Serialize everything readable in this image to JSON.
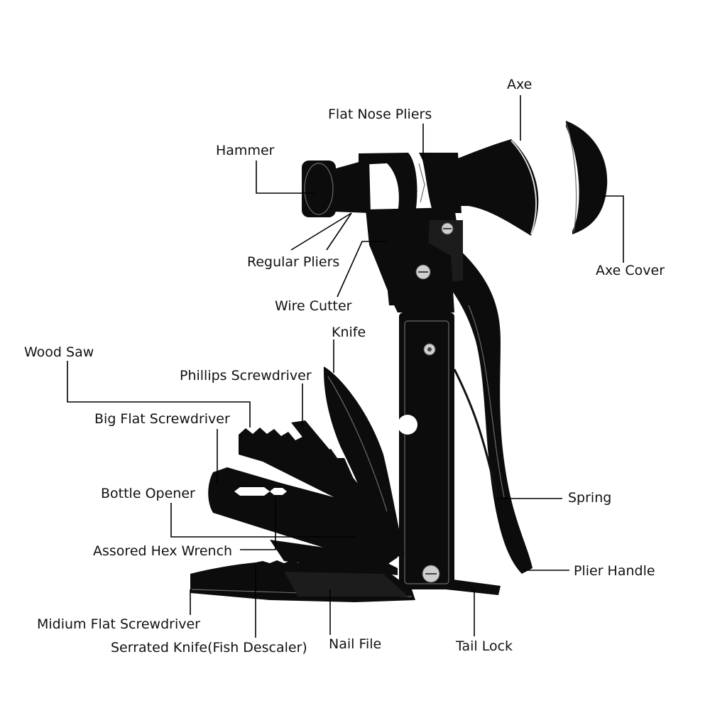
{
  "labels": {
    "axe": "Axe",
    "flat_nose_pliers": "Flat Nose Pliers",
    "hammer": "Hammer",
    "regular_pliers": "Regular Pliers",
    "wire_cutter": "Wire Cutter",
    "axe_cover": "Axe Cover",
    "knife": "Knife",
    "wood_saw": "Wood Saw",
    "phillips_screwdriver": "Phillips Screwdriver",
    "big_flat_screwdriver": "Big Flat Screwdriver",
    "bottle_opener": "Bottle Opener",
    "hex_wrench": "Assored Hex Wrench",
    "spring": "Spring",
    "plier_handle": "Plier Handle",
    "medium_flat_screwdriver": "Midium Flat Screwdriver",
    "serrated_knife": "Serrated Knife(Fish Descaler)",
    "nail_file": "Nail File",
    "tail_lock": "Tail Lock"
  },
  "colors": {
    "tool_body": "#0c0c0c",
    "leader_line": "#000000",
    "background": "#ffffff"
  }
}
